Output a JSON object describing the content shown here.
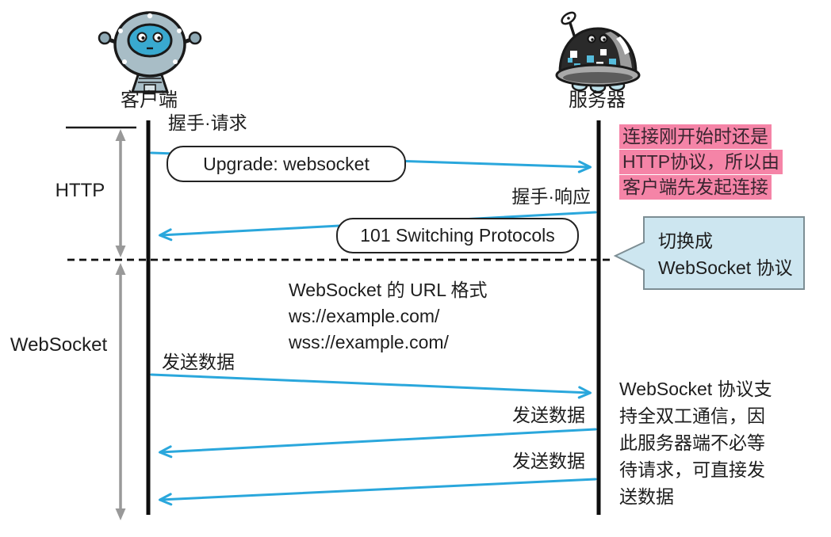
{
  "diagram": {
    "client_label": "客户端",
    "server_label": "服务器",
    "phase_http": "HTTP",
    "phase_websocket": "WebSocket",
    "handshake_request": "握手·请求",
    "upgrade_box": "Upgrade: websocket",
    "handshake_response": "握手·响应",
    "protocols_box": "101 Switching Protocols",
    "send_data_labels": [
      "发送数据",
      "发送数据",
      "发送数据"
    ],
    "url_note_lines": [
      "WebSocket 的 URL 格式",
      "ws://example.com/",
      "wss://example.com/"
    ],
    "pink_note_lines": [
      "连接刚开始时还是",
      "HTTP协议，所以由",
      "客户端先发起连接"
    ],
    "callout_lines": [
      "切换成",
      "WebSocket 协议"
    ],
    "fullduplex_note_lines": [
      "WebSocket 协议支",
      "持全双工通信，因",
      "此服务器端不必等",
      "待请求，可直接发",
      "送数据"
    ],
    "colors": {
      "arrow": "#2aa7dc",
      "pink_highlight": "#f584a7",
      "callout_bg": "#cde6f0",
      "lifeline": "#111111",
      "phase_arrow": "#999999"
    }
  }
}
